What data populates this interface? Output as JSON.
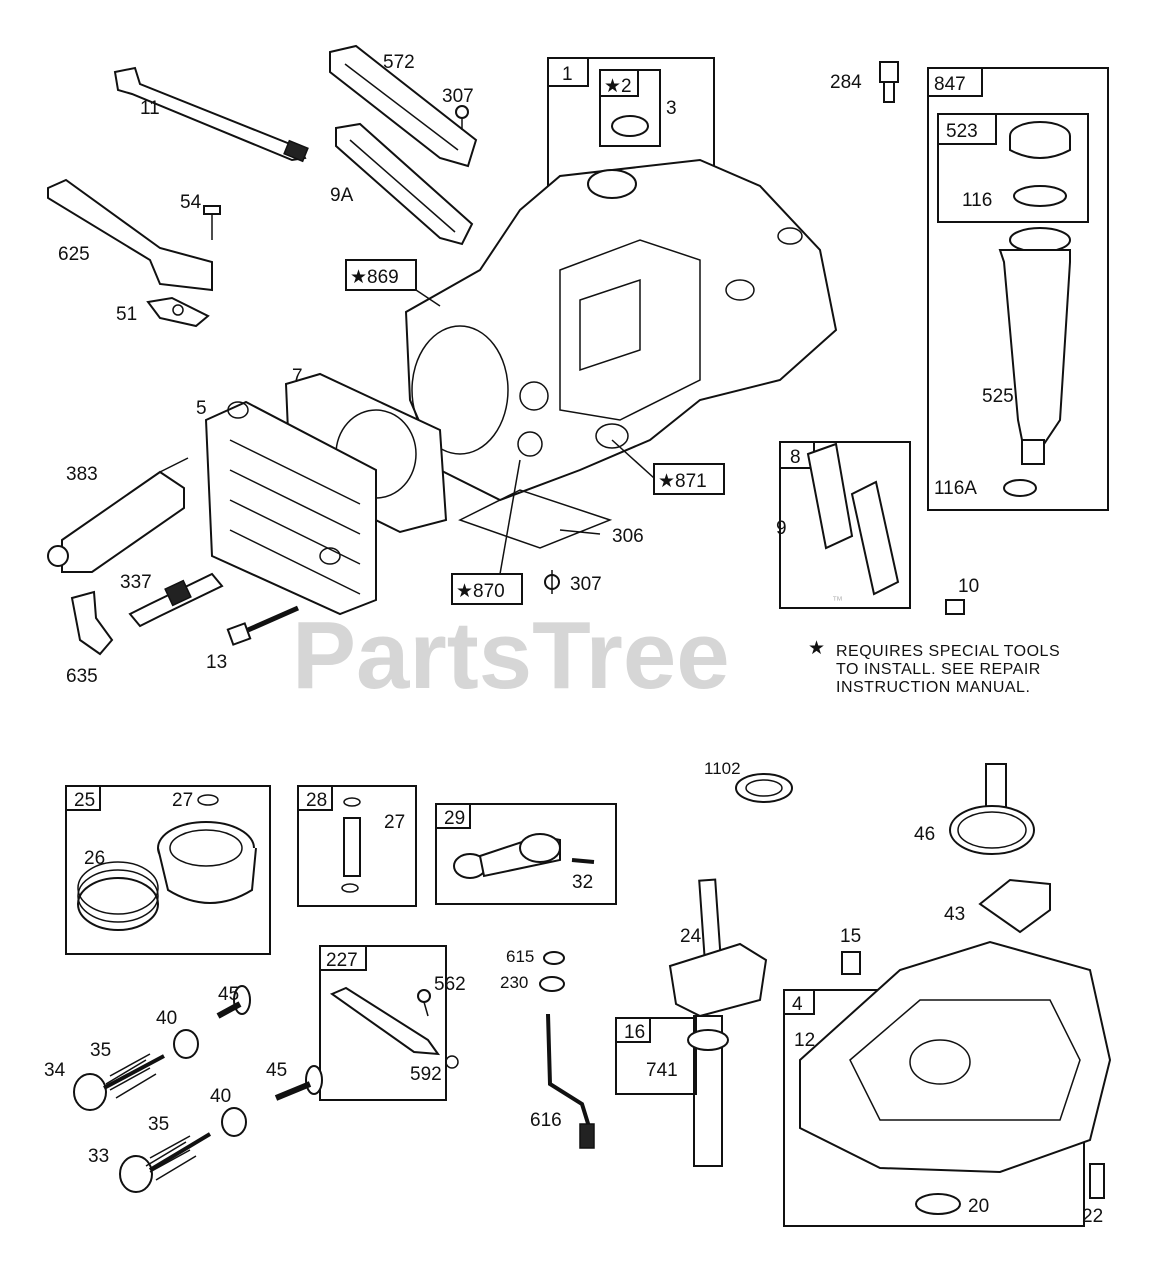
{
  "watermark": {
    "text": "PartsTree",
    "tm": "™"
  },
  "note": {
    "star": "★",
    "lines": [
      "REQUIRES SPECIAL TOOLS",
      "TO INSTALL.  SEE REPAIR",
      "INSTRUCTION MANUAL."
    ]
  },
  "labels": {
    "p11": "11",
    "p572": "572",
    "p307a": "307",
    "p9a": "9A",
    "p54": "54",
    "p625": "625",
    "p51": "51",
    "p869": "★869",
    "p1": "1",
    "p2": "★2",
    "p3": "3",
    "p284": "284",
    "p847": "847",
    "p523": "523",
    "p116": "116",
    "p525": "525",
    "p116a": "116A",
    "p7": "7",
    "p5": "5",
    "p383": "383",
    "p871": "★871",
    "p8": "8",
    "p9": "9",
    "p306": "306",
    "p870": "★870",
    "p307b": "307",
    "p337": "337",
    "p635": "635",
    "p13": "13",
    "p10": "10",
    "p25": "25",
    "p27a": "27",
    "p26": "26",
    "p28": "28",
    "p27b": "27",
    "p29": "29",
    "p32": "32",
    "p1102": "1102",
    "p46": "46",
    "p43": "43",
    "p24": "24",
    "p15": "15",
    "p227": "227",
    "p562": "562",
    "p592": "592",
    "p615": "615",
    "p230": "230",
    "p616": "616",
    "p16": "16",
    "p741": "741",
    "p4": "4",
    "p12": "12",
    "p20": "20",
    "p22": "22",
    "p45a": "45",
    "p45b": "45",
    "p40a": "40",
    "p40b": "40",
    "p35a": "35",
    "p35b": "35",
    "p34": "34",
    "p33": "33"
  }
}
